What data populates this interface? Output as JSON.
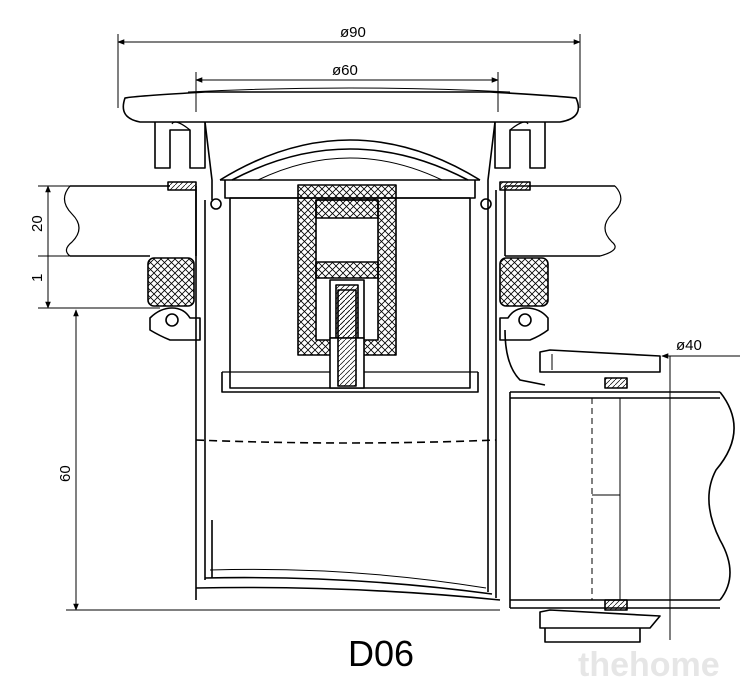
{
  "drawing": {
    "dimensions": {
      "outer_diameter": "ø90",
      "inner_diameter": "ø60",
      "outlet_diameter": "ø40",
      "thickness_top": "20",
      "thickness_gasket": "1",
      "height": "60"
    },
    "model_label": "D06",
    "watermark": "thehome",
    "colors": {
      "line": "#000000",
      "hatch": "#000000",
      "background": "#ffffff"
    }
  }
}
